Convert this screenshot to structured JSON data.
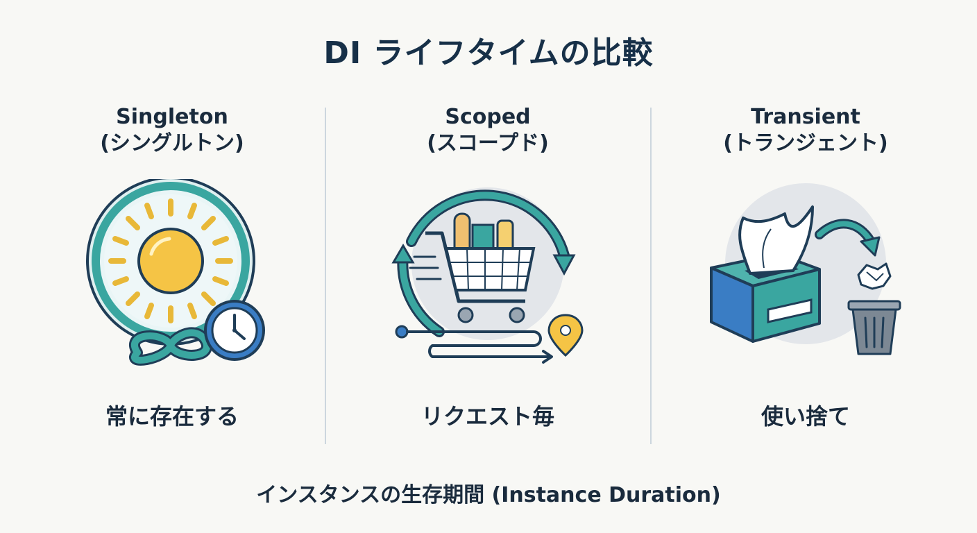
{
  "title": "DI ライフタイムの比較",
  "columns": [
    {
      "name": "Singleton",
      "kana": "(シングルトン)",
      "description": "常に存在する"
    },
    {
      "name": "Scoped",
      "kana": "(スコープド)",
      "description": "リクエスト毎"
    },
    {
      "name": "Transient",
      "kana": "(トランジェント)",
      "description": "使い捨て"
    }
  ],
  "footer": "インスタンスの生存期間 (Instance Duration)",
  "colors": {
    "dark_navy": "#173048",
    "teal": "#3aa6a0",
    "sun_yellow": "#f5c445",
    "blue": "#3a7dc4",
    "light_bg_circle": "#e3e6ea"
  },
  "icons": {
    "singleton": [
      "sun-icon",
      "infinity-icon",
      "clock-icon",
      "cycle-arrow-icon"
    ],
    "scoped": [
      "shopping-cart-icon",
      "cycle-arrows-icon",
      "location-pin-icon",
      "path-arrow-icon"
    ],
    "transient": [
      "tissue-box-icon",
      "curved-arrow-icon",
      "crumpled-paper-icon",
      "trash-can-icon"
    ]
  }
}
